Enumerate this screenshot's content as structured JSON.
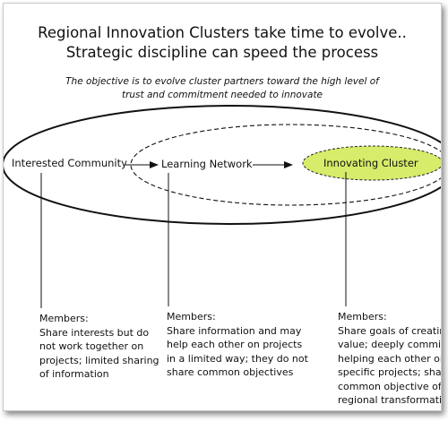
{
  "title": {
    "line1": "Regional Innovation Clusters take time to evolve..",
    "line2": "Strategic discipline can speed the process"
  },
  "subtitle": {
    "line1": "The objective is to evolve cluster partners toward the high level of",
    "line2": "trust and commitment needed to innovate"
  },
  "stages": [
    {
      "label": "Interested Community"
    },
    {
      "label": "Learning Network"
    },
    {
      "label": "Innovating Cluster"
    }
  ],
  "colors": {
    "cluster_fill": "#d6ec6a",
    "line": "#111111"
  },
  "descriptions": [
    {
      "heading": "Members:",
      "lines": [
        "Share interests but do",
        "not work together on",
        "projects; limited sharing",
        "of information"
      ]
    },
    {
      "heading": "Members:",
      "lines": [
        "Share information and may",
        "help each other on projects",
        "in a limited way; they do not",
        "share common objectives"
      ]
    },
    {
      "heading": "Members:",
      "lines": [
        "Share goals of creating",
        "value; deeply committed",
        "helping each other on",
        "specific projects; shared",
        "common objective of",
        "regional transformation"
      ]
    }
  ]
}
